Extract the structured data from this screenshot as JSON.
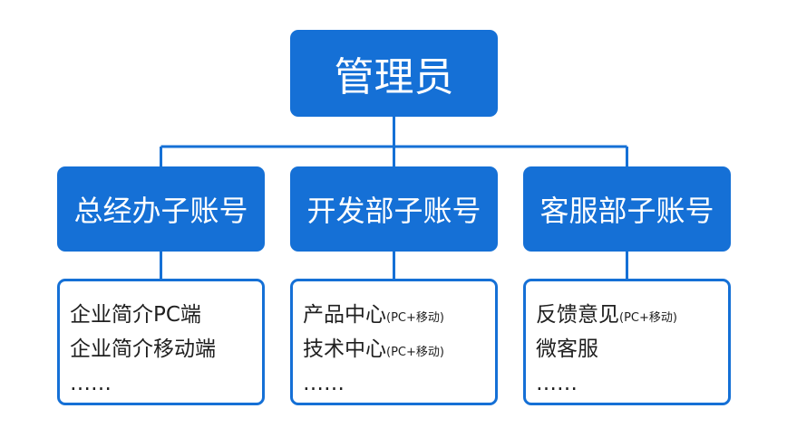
{
  "colors": {
    "primary": "#1570d6",
    "text": "#1f1f1f",
    "background": "#ffffff"
  },
  "root": {
    "label": "管理员"
  },
  "departments": [
    {
      "label": "总经办子账号",
      "items": [
        {
          "main": "企业简介PC端",
          "note": ""
        },
        {
          "main": "企业简介移动端",
          "note": ""
        },
        {
          "main": "……",
          "note": ""
        }
      ]
    },
    {
      "label": "开发部子账号",
      "items": [
        {
          "main": "产品中心",
          "note": "(PC+移动)"
        },
        {
          "main": "技术中心",
          "note": "(PC+移动)"
        },
        {
          "main": "……",
          "note": ""
        }
      ]
    },
    {
      "label": "客服部子账号",
      "items": [
        {
          "main": "反馈意见",
          "note": "(PC+移动)"
        },
        {
          "main": "微客服",
          "note": ""
        },
        {
          "main": "……",
          "note": ""
        }
      ]
    }
  ]
}
